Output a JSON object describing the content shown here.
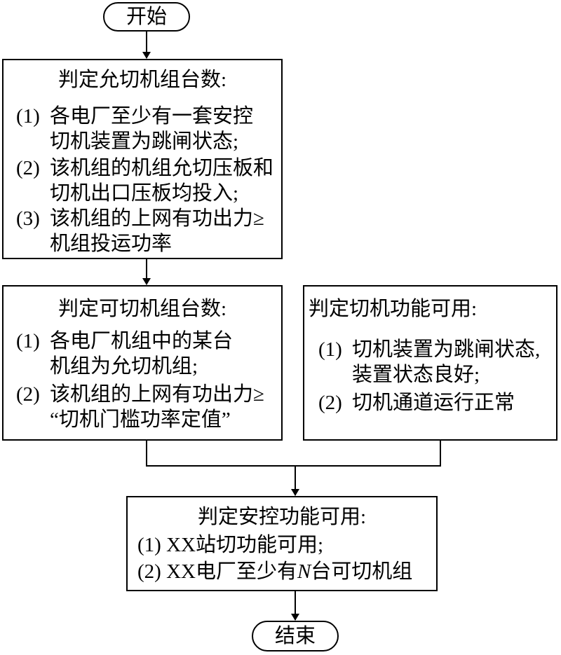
{
  "start": "开始",
  "end": "结束",
  "box1": {
    "title": "判定允切机组台数:",
    "items": [
      {
        "num": "(1)",
        "line1": "各电厂至少有一套安控",
        "line2": "切机装置为跳闸状态;"
      },
      {
        "num": "(2)",
        "line1": "该机组的机组允切压板和",
        "line2": "切机出口压板均投入;"
      },
      {
        "num": "(3)",
        "line1": "该机组的上网有功出力≥",
        "line2": "机组投运功率"
      }
    ]
  },
  "box2": {
    "title": "判定可切机组台数:",
    "items": [
      {
        "num": "(1)",
        "line1": "各电厂机组中的某台",
        "line2": "机组为允切机组;"
      },
      {
        "num": "(2)",
        "line1": "该机组的上网有功出力≥",
        "line2": "“切机门槛功率定值”"
      }
    ]
  },
  "box3": {
    "title": "判定切机功能可用:",
    "items": [
      {
        "num": "(1)",
        "line1": "切机装置为跳闸状态,",
        "line2": "装置状态良好;"
      },
      {
        "num": "(2)",
        "line1": "切机通道运行正常"
      }
    ]
  },
  "box4": {
    "title": "判定安控功能可用:",
    "item1": "(1) XX站切功能可用;",
    "item2_pre": "(2) XX电厂至少有",
    "item2_var": "N",
    "item2_post": "台可切机组"
  }
}
